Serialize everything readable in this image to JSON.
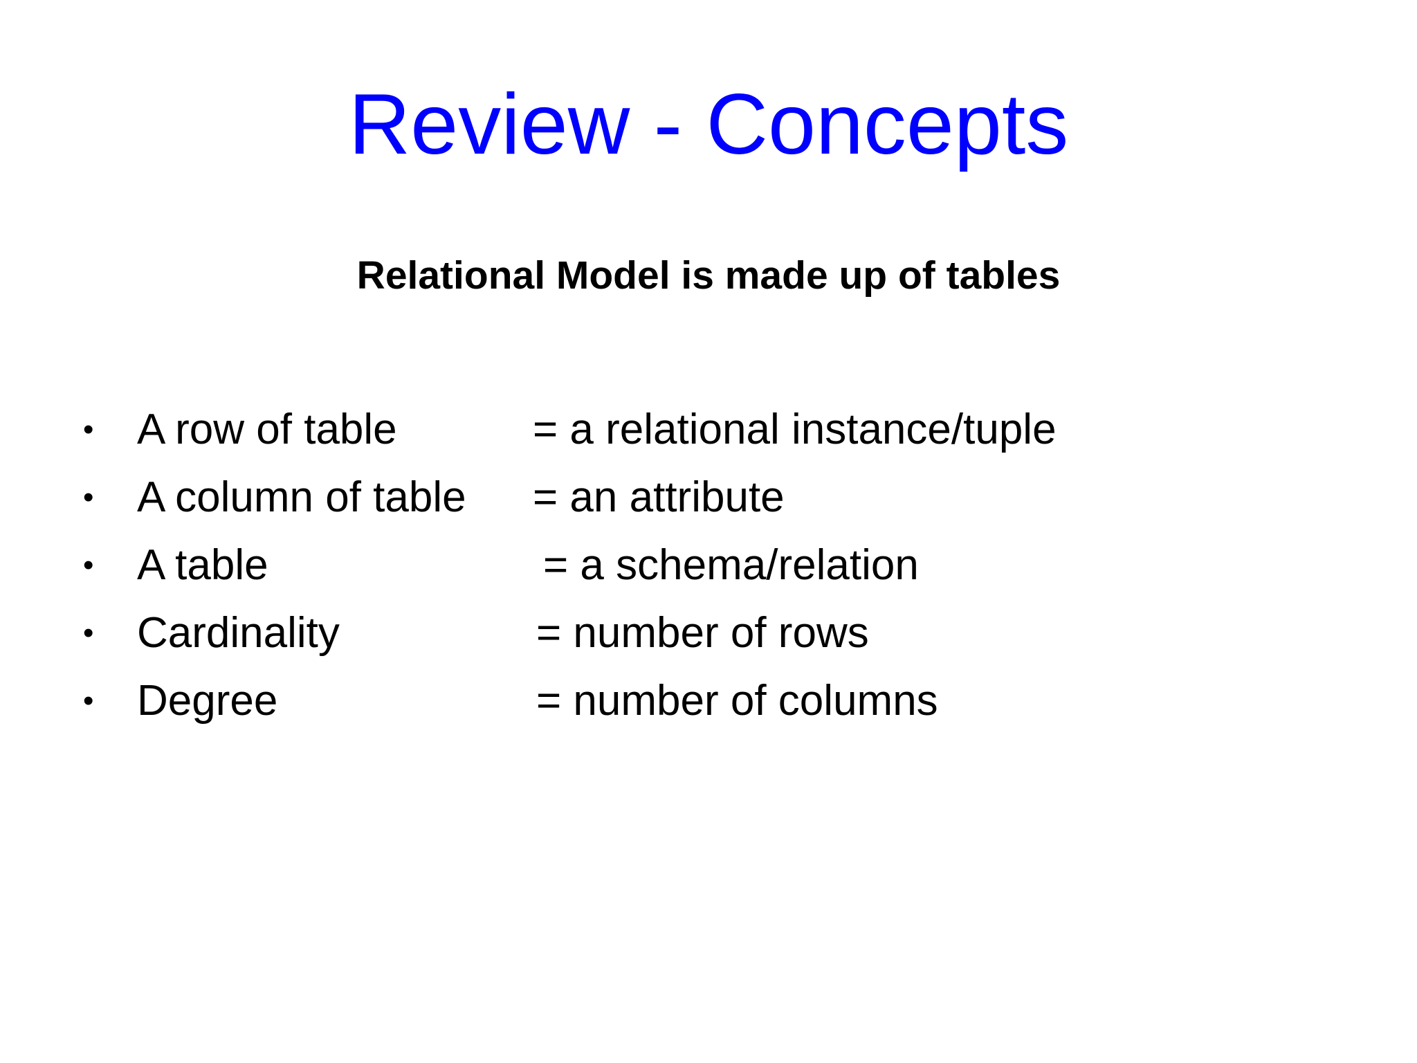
{
  "slide": {
    "background_color": "#ffffff",
    "title": "Review - Concepts",
    "title_color": "#0000ff",
    "subtitle": "Relational Model is made up of tables",
    "subtitle_color": "#000000",
    "body_color": "#000000",
    "bullet_glyph": "•"
  },
  "bullets": [
    {
      "marker": "•",
      "term": "A row of table",
      "definition": "= a relational instance/tuple"
    },
    {
      "marker": "•",
      "term": "A column of table",
      "definition": "= an attribute"
    },
    {
      "marker": "•",
      "term": "A table",
      "definition": "= a schema/relation"
    },
    {
      "marker": "•",
      "term": "Cardinality",
      "definition": "= number of rows"
    },
    {
      "marker": "•",
      "term": "Degree",
      "definition": "= number of columns"
    }
  ]
}
